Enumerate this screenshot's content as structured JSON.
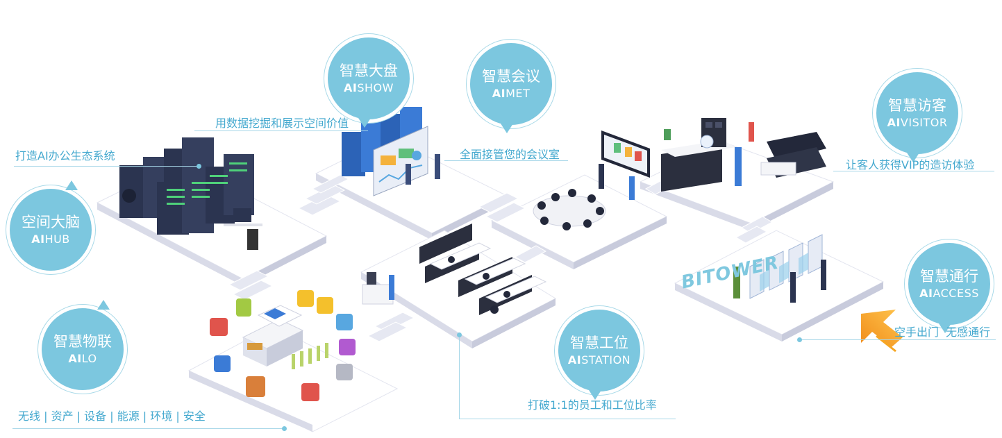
{
  "brand_sign": "BITOWER",
  "modules": {
    "aihub": {
      "title_cn": "空间大脑",
      "prefix": "AI",
      "suffix": "HUB",
      "caption": "打造AI办公生态系统"
    },
    "aishow": {
      "title_cn": "智慧大盘",
      "prefix": "AI",
      "suffix": "SHOW",
      "caption": "用数据挖掘和展示空间价值"
    },
    "aimet": {
      "title_cn": "智慧会议",
      "prefix": "AI",
      "suffix": "MET",
      "caption": "全面接管您的会议室"
    },
    "aivisitor": {
      "title_cn": "智慧访客",
      "prefix": "AI",
      "suffix": "VISITOR",
      "caption": "让客人获得VIP的造访体验"
    },
    "aiaccess": {
      "title_cn": "智慧通行",
      "prefix": "AI",
      "suffix": "ACCESS",
      "caption": "空手出门  无感通行"
    },
    "aistation": {
      "title_cn": "智慧工位",
      "prefix": "AI",
      "suffix": "STATION",
      "caption": "打破1:1的员工和工位比率"
    },
    "ailo": {
      "title_cn": "智慧物联",
      "prefix": "AI",
      "suffix": "LO",
      "caption": "无线 | 资产 | 设备 | 能源 | 环境 | 安全"
    }
  },
  "colors": {
    "bubble": "#7cc7df",
    "caption": "#45a9cf",
    "platform_top": "#ffffff",
    "platform_side": "#d9dbe8",
    "arrow": "#f6a623"
  }
}
